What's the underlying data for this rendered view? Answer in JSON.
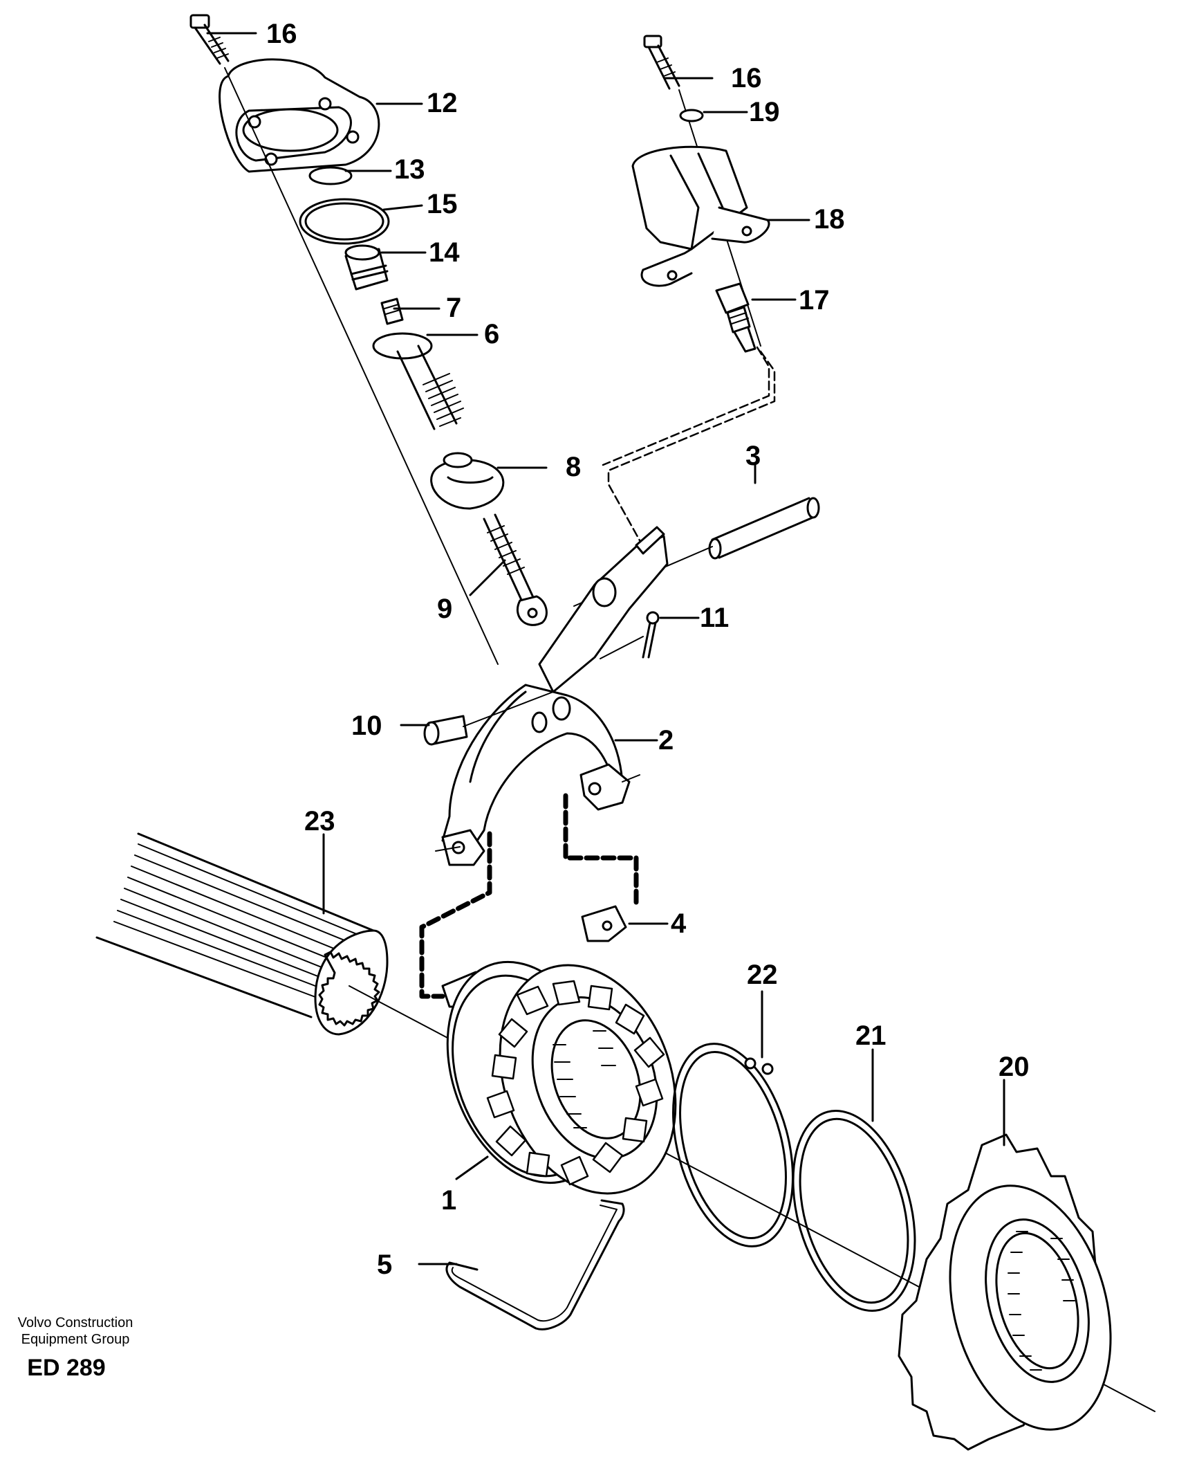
{
  "callouts": [
    {
      "id": "16a",
      "text": "16"
    },
    {
      "id": "12",
      "text": "12"
    },
    {
      "id": "13",
      "text": "13"
    },
    {
      "id": "15",
      "text": "15"
    },
    {
      "id": "14",
      "text": "14"
    },
    {
      "id": "7",
      "text": "7"
    },
    {
      "id": "6",
      "text": "6"
    },
    {
      "id": "8",
      "text": "8"
    },
    {
      "id": "9",
      "text": "9"
    },
    {
      "id": "16b",
      "text": "16"
    },
    {
      "id": "19",
      "text": "19"
    },
    {
      "id": "18",
      "text": "18"
    },
    {
      "id": "17",
      "text": "17"
    },
    {
      "id": "3",
      "text": "3"
    },
    {
      "id": "11",
      "text": "11"
    },
    {
      "id": "10",
      "text": "10"
    },
    {
      "id": "2",
      "text": "2"
    },
    {
      "id": "23",
      "text": "23"
    },
    {
      "id": "4",
      "text": "4"
    },
    {
      "id": "22",
      "text": "22"
    },
    {
      "id": "21",
      "text": "21"
    },
    {
      "id": "20",
      "text": "20"
    },
    {
      "id": "1",
      "text": "1"
    },
    {
      "id": "5",
      "text": "5"
    }
  ],
  "credit": {
    "line1": "Volvo Construction",
    "line2": "Equipment Group",
    "code": "ED 289"
  }
}
